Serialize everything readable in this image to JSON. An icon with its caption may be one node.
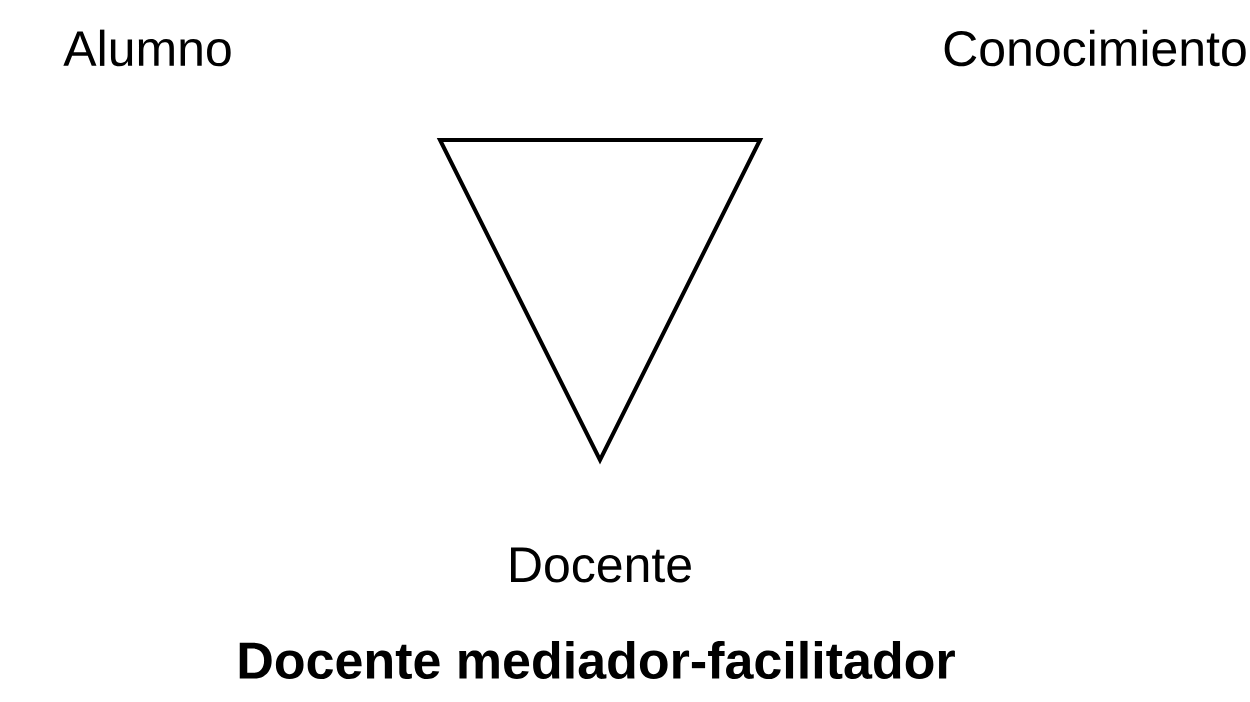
{
  "diagram": {
    "caption": "Docente mediador-facilitador",
    "labels": [
      "Alumno",
      "Conocimiento",
      "Docente"
    ]
  }
}
